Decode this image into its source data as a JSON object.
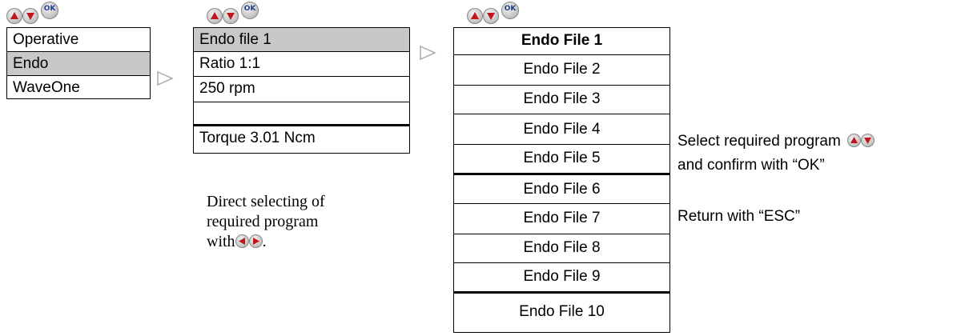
{
  "controls": {
    "ok_label": "OK",
    "up_icon": "up-arrow-icon",
    "down_icon": "down-arrow-icon",
    "left_icon": "left-arrow-icon",
    "right_icon": "right-arrow-icon",
    "accent_red": "#c0161b",
    "button_gray": "#c9c9c9"
  },
  "menu1": {
    "items": [
      "Operative",
      "Endo",
      "WaveOne"
    ],
    "selected_index": 1
  },
  "menu2": {
    "items": [
      "Endo file 1",
      "Ratio 1:1",
      "250 rpm",
      "Torque 3.01 Ncm"
    ],
    "selected_index": 0
  },
  "menu3": {
    "items": [
      "Endo File 1",
      "Endo File 2",
      "Endo File 3",
      "Endo File 4",
      "Endo File 5",
      "Endo File 6",
      "Endo File 7",
      "Endo File 8",
      "Endo File 9",
      "Endo File 10"
    ],
    "bold_index": 0
  },
  "note_direct": {
    "line1": "Direct selecting of",
    "line2": "required program",
    "line3_prefix": "with",
    "line3_suffix": "."
  },
  "note_right": {
    "line1": "Select required program",
    "line2": "and confirm with “OK”",
    "line3": "Return with “ESC”"
  },
  "colors": {
    "selected_row": "#c8c8c8",
    "arrow_outline": "#a8a8a8"
  }
}
